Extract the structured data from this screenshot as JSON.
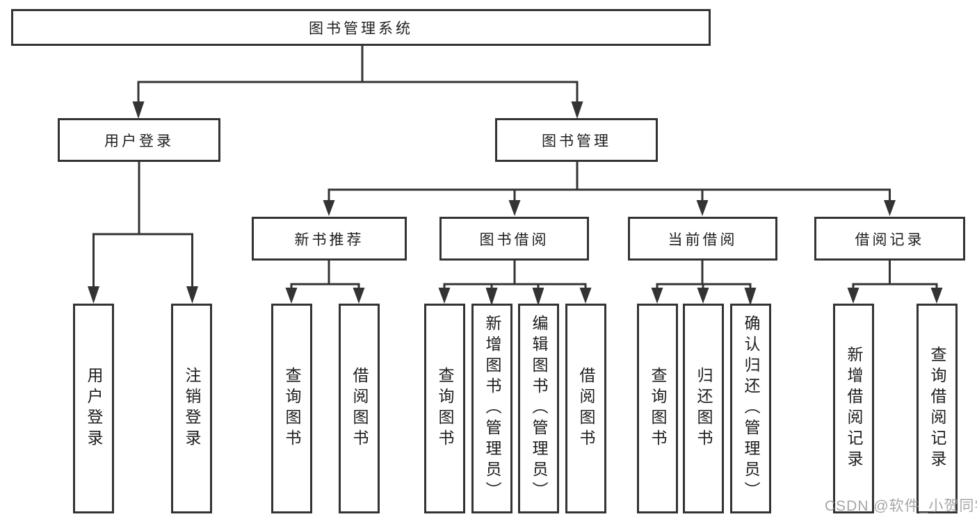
{
  "diagram": {
    "title": "图书管理系统",
    "level2": [
      {
        "label": "用户登录"
      },
      {
        "label": "图书管理"
      }
    ],
    "level3": [
      {
        "label": "新书推荐"
      },
      {
        "label": "图书借阅"
      },
      {
        "label": "当前借阅"
      },
      {
        "label": "借阅记录"
      }
    ],
    "leaves": [
      {
        "label": "用户登录",
        "parent": "用户登录"
      },
      {
        "label": "注销登录",
        "parent": "用户登录"
      },
      {
        "label": "查询图书",
        "parent": "新书推荐"
      },
      {
        "label": "借阅图书",
        "parent": "新书推荐"
      },
      {
        "label": "查询图书",
        "parent": "图书借阅"
      },
      {
        "label": "新增图书（管理员）",
        "parent": "图书借阅"
      },
      {
        "label": "编辑图书（管理员）",
        "parent": "图书借阅"
      },
      {
        "label": "借阅图书",
        "parent": "图书借阅"
      },
      {
        "label": "查询图书",
        "parent": "当前借阅"
      },
      {
        "label": "归还图书",
        "parent": "当前借阅"
      },
      {
        "label": "确认归还（管理员）",
        "parent": "当前借阅"
      },
      {
        "label": "新增借阅记录",
        "parent": "借阅记录"
      },
      {
        "label": "查询借阅记录",
        "parent": "借阅记录"
      }
    ],
    "colors": {
      "line": "#333333",
      "text": "#1d1d1d",
      "background": "#ffffff",
      "watermark": "#969696"
    }
  },
  "watermark": "CSDN @软件_小贺同学"
}
